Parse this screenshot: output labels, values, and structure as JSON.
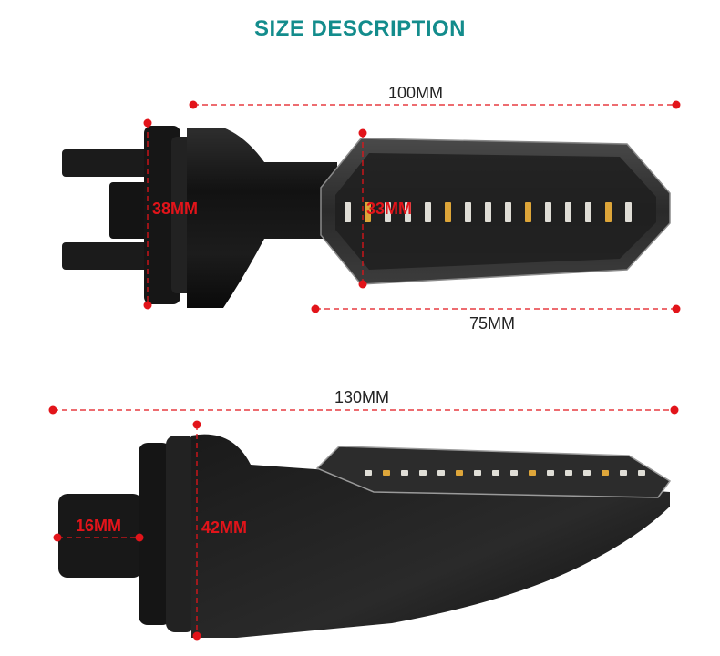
{
  "heading": "SIZE DESCRIPTION",
  "colors": {
    "heading": "#138c8c",
    "dimension_line": "#e2141a",
    "dimension_text_dark": "#222222",
    "dimension_text_red": "#e2141a",
    "body_black": "#141414",
    "lens_grey": "#3a3a3a",
    "led_amber": "#f2b43c",
    "led_white": "#f4f2ea"
  },
  "top_view": {
    "overall_length": "100MM",
    "lens_length": "75MM",
    "mount_height": "38MM",
    "lens_height": "33MM"
  },
  "side_view": {
    "overall_length": "130MM",
    "stem_diameter": "16MM",
    "mount_diameter": "42MM"
  }
}
